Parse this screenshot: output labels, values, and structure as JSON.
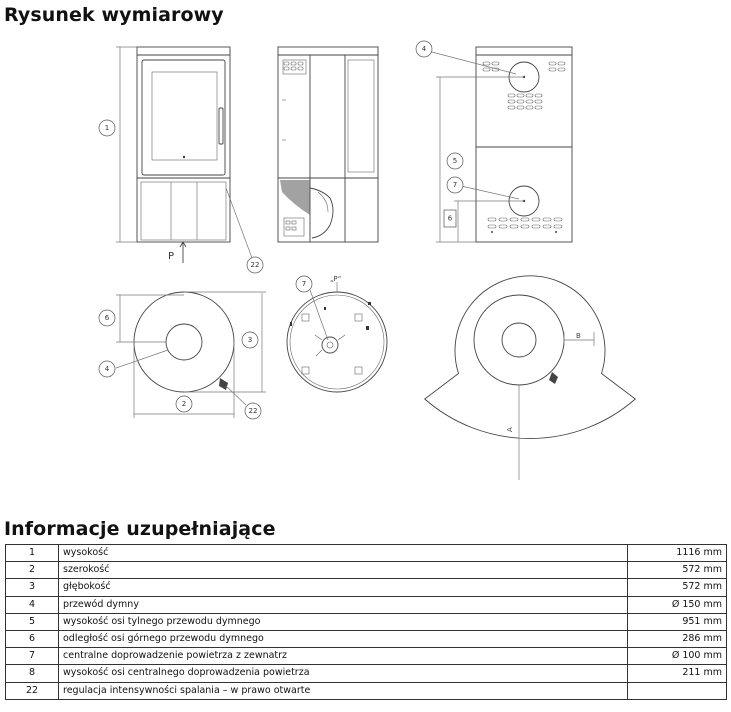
{
  "sections": {
    "drawing_title": "Rysunek wymiarowy",
    "info_title": "Informacje uzupełniające"
  },
  "drawing_labels": {
    "callouts": [
      "1",
      "22",
      "4",
      "5",
      "7",
      "6",
      "6",
      "3",
      "4",
      "2",
      "22",
      "7"
    ],
    "p_marker": "P",
    "p_marker_top": "„P“",
    "a_label": "A",
    "b_label": "B"
  },
  "spec_rows": [
    {
      "num": "1",
      "label": "wysokość",
      "value": "1116 mm"
    },
    {
      "num": "2",
      "label": "szerokość",
      "value": "572 mm"
    },
    {
      "num": "3",
      "label": "głębokość",
      "value": "572 mm"
    },
    {
      "num": "4",
      "label": "przewód dymny",
      "value": "Ø 150 mm"
    },
    {
      "num": "5",
      "label": "wysokość osi tylnego przewodu dymnego",
      "value": "951 mm"
    },
    {
      "num": "6",
      "label": "odległość osi górnego przewodu dymnego",
      "value": "286 mm"
    },
    {
      "num": "7",
      "label": "centralne doprowadzenie powietrza z zewnatrz",
      "value": "Ø 100 mm"
    },
    {
      "num": "8",
      "label": "wysokość osi centralnego doprowadzenia powietrza",
      "value": "211 mm"
    },
    {
      "num": "22",
      "label": "regulacja intensywności spalania – w prawo otwarte",
      "value": ""
    }
  ]
}
